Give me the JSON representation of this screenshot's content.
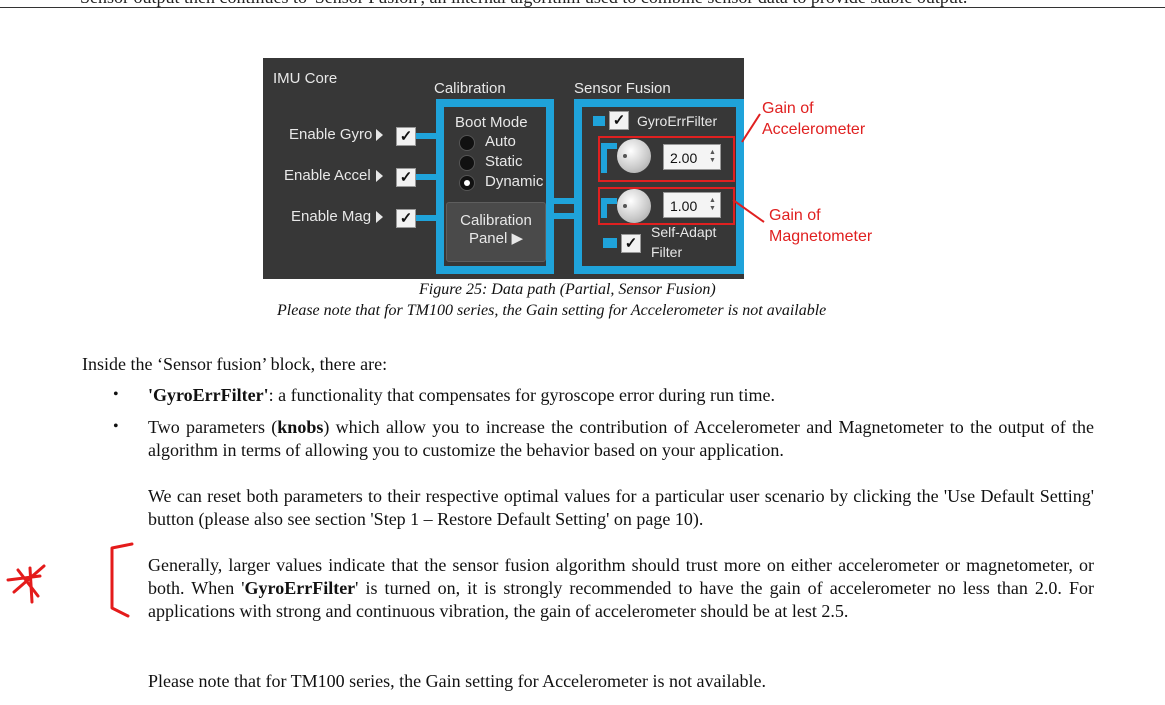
{
  "top_text_cut": "Sensor output then continues to 'Sensor Fusion', an internal algorithm used to combine sensor data to provide stable output.",
  "figure": {
    "imu_title": "IMU Core",
    "enable_labels": [
      "Enable Gyro",
      "Enable Accel",
      "Enable Mag"
    ],
    "check_mark": "✓",
    "calibration": {
      "title": "Calibration",
      "boot_mode": "Boot Mode",
      "options": [
        "Auto",
        "Static",
        "Dynamic"
      ],
      "selected_option": "Dynamic",
      "panel_button_line1": "Calibration",
      "panel_button_line2": "Panel ▶"
    },
    "sensor_fusion": {
      "title": "Sensor Fusion",
      "gyro_filter": "GyroErrFilter",
      "accel_gain": "2.00",
      "mag_gain": "1.00",
      "self_adapt_line1": "Self-Adapt",
      "self_adapt_line2": "Filter"
    },
    "annotations": {
      "accel_line1": "Gain of",
      "accel_line2": "Accelerometer",
      "mag_line1": "Gain of",
      "mag_line2": "Magnetometer"
    },
    "accent_color": "#1fa3da",
    "annotation_color": "#e02020",
    "caption_line1": "Figure 25: Data path (Partial, Sensor Fusion)",
    "caption_line2": "Please note that for TM100 series, the Gain setting for Accelerometer is not available"
  },
  "body": {
    "intro": "Inside the ‘Sensor fusion’ block, there are:",
    "bullet_symbol": "•",
    "bullet1_name": "'GyroErrFilter'",
    "bullet1_text": ":  a functionality that compensates for gyroscope error during run time.",
    "bullet2_pre": "Two parameters (",
    "bullet2_bold": "knobs",
    "bullet2_post": ") which allow you to increase the contribution of Accelerometer and Magnetometer to the output of the algorithm in terms of allowing you to customize the behavior based on your application.",
    "para_reset": "We can reset both parameters to their respective optimal values for a particular user scenario by clicking the 'Use Default Setting' button (please also see section 'Step 1 – Restore Default Setting' on page 10).",
    "para_general_1": "Generally, larger values indicate that the sensor fusion algorithm should trust more on either accelerometer or magnetometer, or both. When '",
    "para_general_bold": "GyroErrFilter",
    "para_general_2": "' is turned on, it is strongly recommended to have the gain of accelerometer no less than 2.0. For applications with strong and continuous vibration, the gain of accelerometer should be at lest 2.5.",
    "para_note": "Please note that for TM100 series, the Gain setting for Accelerometer is not available."
  },
  "handwriting_color": "#e41b1b"
}
